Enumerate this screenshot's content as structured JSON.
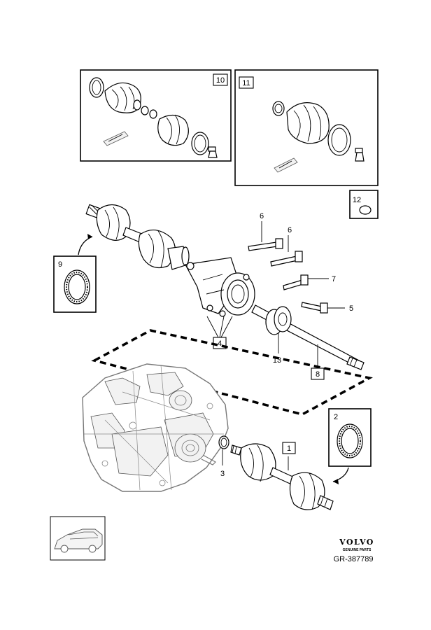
{
  "callouts": {
    "c1": "1",
    "c2": "2",
    "c3": "3",
    "c4": "4",
    "c5": "5",
    "c6a": "6",
    "c6b": "6",
    "c7": "7",
    "c8": "8",
    "c9": "9",
    "c10": "10",
    "c11": "11",
    "c12": "12",
    "c13": "13"
  },
  "brand": {
    "logo_text": "VOLVO",
    "logo_subtext": "GENUINE PARTS",
    "reference": "GR-387789"
  },
  "icons": [
    "car-silhouette-icon",
    "volvo-logo-icon"
  ]
}
